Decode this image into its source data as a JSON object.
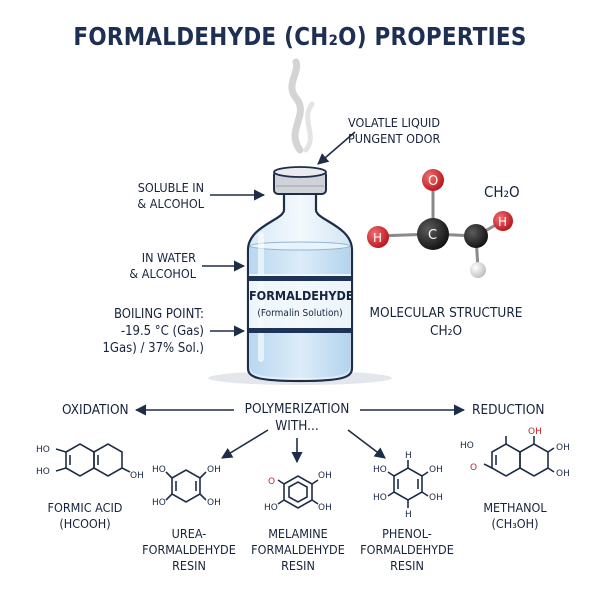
{
  "title": "FORMALDEHYDE (CH₂O) PROPERTIES",
  "bottle": {
    "label_main": "FORMALDEHYDE",
    "label_sub": "(Formalin Solution)"
  },
  "left_labels": {
    "soluble": [
      "SOLUBLE IN",
      "& ALCOHOL"
    ],
    "water": [
      "IN WATER",
      "& ALCOHOL"
    ],
    "boiling": [
      "BOILING POINT:",
      "-19.5 °C (Gas)",
      "1Gas) / 37% Sol.)"
    ]
  },
  "top_right_label": [
    "VOLATLE LIQUID",
    "PUNGENT ODOR"
  ],
  "molecule": {
    "formula_label": "CH₂O",
    "atoms": {
      "oxygen": "O",
      "carbon": "C",
      "hydrogen_left": "H",
      "hydrogen_right": "H"
    },
    "caption": [
      "MOLECULAR STRUCTURE",
      "CH₂O"
    ]
  },
  "reactions": {
    "center": [
      "POLYMERIZATION",
      "WITH..."
    ],
    "left": "OXIDATION",
    "right": "REDUCTION"
  },
  "products": {
    "formic_acid": [
      "FORMIC ACID",
      "(HCOOH)"
    ],
    "urea": [
      "UREA-",
      "FORMALDEHYDE",
      "RESIN"
    ],
    "melamine": [
      "MELAMINE",
      "FORMALDEHYDE",
      "RESIN"
    ],
    "phenol": [
      "PHENOL-",
      "FORMALDEHYDE",
      "RESIN"
    ],
    "methanol": [
      "METHANOL",
      "(CH₃OH)"
    ]
  },
  "struct_labels": {
    "ho": "HO",
    "oh": "OH",
    "h": "H",
    "o": "O"
  }
}
